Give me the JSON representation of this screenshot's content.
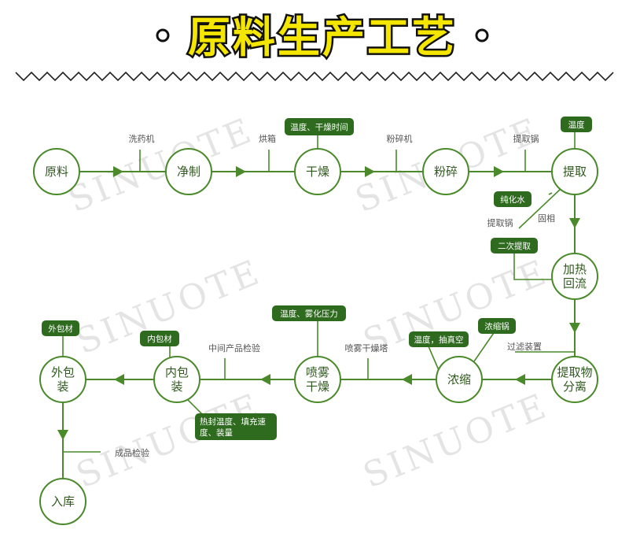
{
  "title": "原料生产工艺",
  "watermark": "SINUOTE",
  "colors": {
    "line": "#4a8a2a",
    "node_stroke": "#4a8a2a",
    "node_text": "#2f5a1d",
    "tag_fill": "#2e6b1e",
    "tag_text": "#ffffff",
    "title_fill": "#f5e600",
    "title_outline": "#111111",
    "label": "#555555"
  },
  "nodes": [
    {
      "id": "raw",
      "lines": [
        "原料"
      ]
    },
    {
      "id": "clean",
      "lines": [
        "净制"
      ]
    },
    {
      "id": "dry",
      "lines": [
        "干燥"
      ]
    },
    {
      "id": "crush",
      "lines": [
        "粉碎"
      ]
    },
    {
      "id": "extract",
      "lines": [
        "提取"
      ]
    },
    {
      "id": "reflux",
      "lines": [
        "加热",
        "回流"
      ]
    },
    {
      "id": "separate",
      "lines": [
        "提取物",
        "分离"
      ]
    },
    {
      "id": "concentrate",
      "lines": [
        "浓缩"
      ]
    },
    {
      "id": "spraydry",
      "lines": [
        "喷雾",
        "干燥"
      ]
    },
    {
      "id": "innerpack",
      "lines": [
        "内包",
        "装"
      ]
    },
    {
      "id": "outerpack",
      "lines": [
        "外包",
        "装"
      ]
    },
    {
      "id": "storage",
      "lines": [
        "入库"
      ]
    }
  ],
  "labels": {
    "washer": "洗药机",
    "oven": "烘箱",
    "grinder": "粉碎机",
    "extract_tank_1": "提取锅",
    "extract_tank_2": "提取锅",
    "solid_liquid": "固相",
    "filter_device": "过滤装置",
    "concentrate_tank_label": "浓缩锅",
    "spray_tower": "喷雾干燥塔",
    "mid_inspection": "中间产品检验",
    "final_inspection": "成品检验"
  },
  "tags": {
    "dry_params": "温度、干燥时间",
    "extract_temp": "温度",
    "pure_water": "纯化水",
    "second_extract": "二次提取",
    "concentrate_tank": "浓缩锅",
    "vacuum": "温度，抽真空",
    "spray_params": "温度、雾化压力",
    "inner_material": "内包材",
    "outer_material": "外包材",
    "seal_line1": "热封温度、填充速",
    "seal_line2": "度、装量"
  }
}
